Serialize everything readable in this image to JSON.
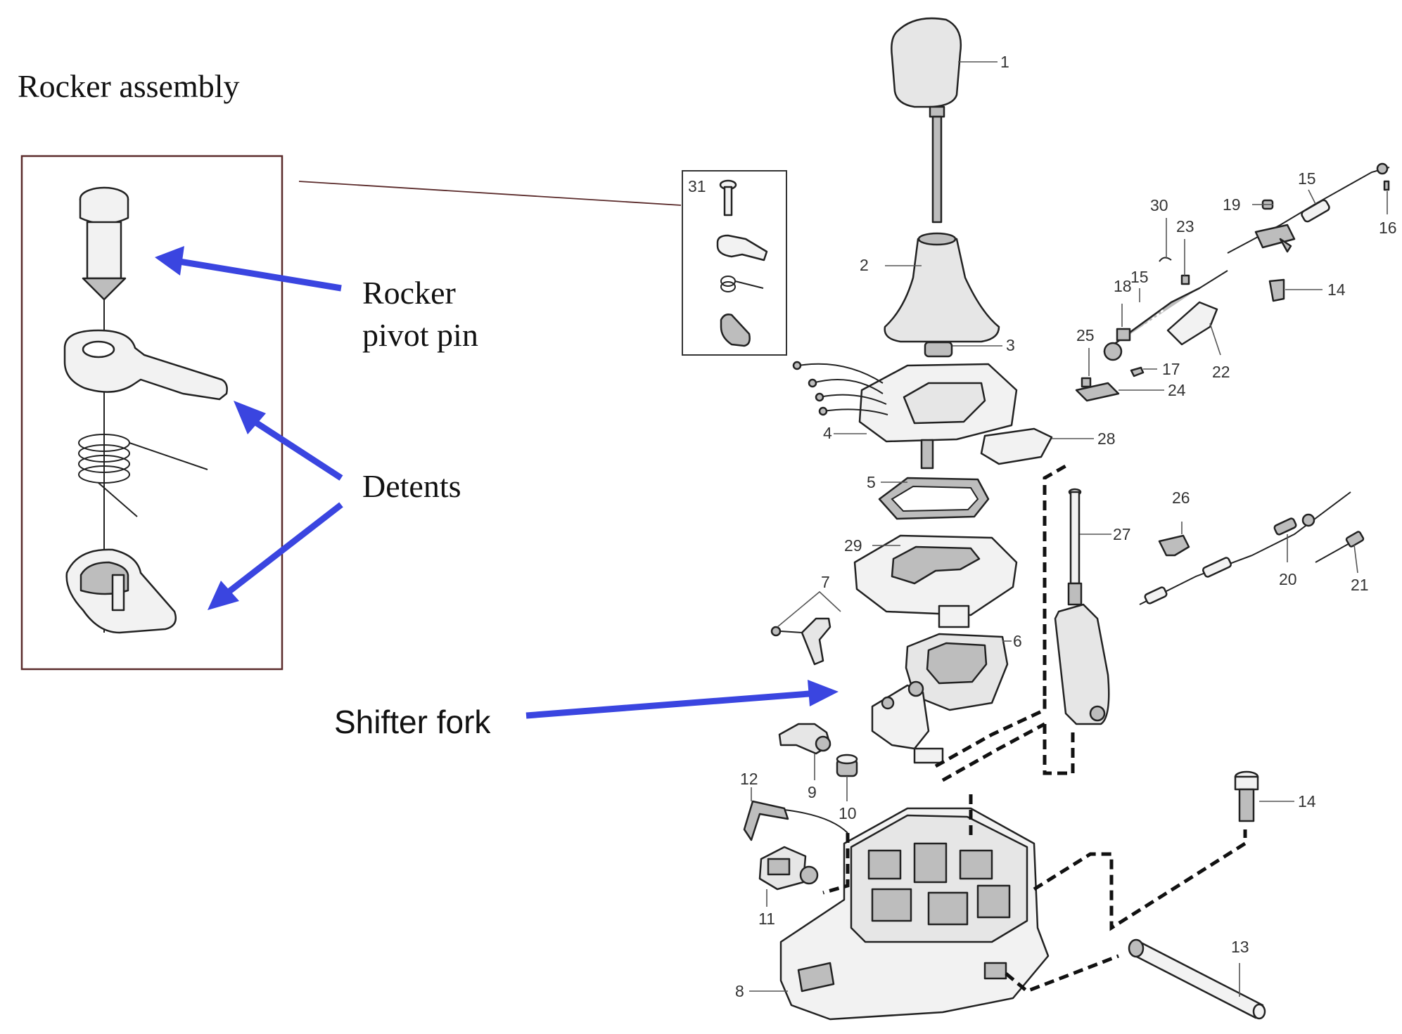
{
  "labels": {
    "rocker_assembly": "Rocker assembly",
    "rocker_pivot_pin_line1": "Rocker",
    "rocker_pivot_pin_line2": "pivot pin",
    "detents": "Detents",
    "shifter_fork": "Shifter fork"
  },
  "part_numbers": {
    "p1": "1",
    "p2": "2",
    "p3": "3",
    "p4": "4",
    "p5": "5",
    "p6": "6",
    "p7": "7",
    "p8": "8",
    "p9": "9",
    "p10": "10",
    "p11": "11",
    "p12": "12",
    "p13": "13",
    "p14a": "14",
    "p14b": "14",
    "p15a": "15",
    "p15b": "15",
    "p16": "16",
    "p17": "17",
    "p18": "18",
    "p19": "19",
    "p20": "20",
    "p21": "21",
    "p22": "22",
    "p23": "23",
    "p24": "24",
    "p25": "25",
    "p26": "26",
    "p27": "27",
    "p28": "28",
    "p29": "29",
    "p30": "30",
    "p31": "31"
  },
  "colors": {
    "arrow": "#3a45e0",
    "frame": "#5a2a2a"
  }
}
